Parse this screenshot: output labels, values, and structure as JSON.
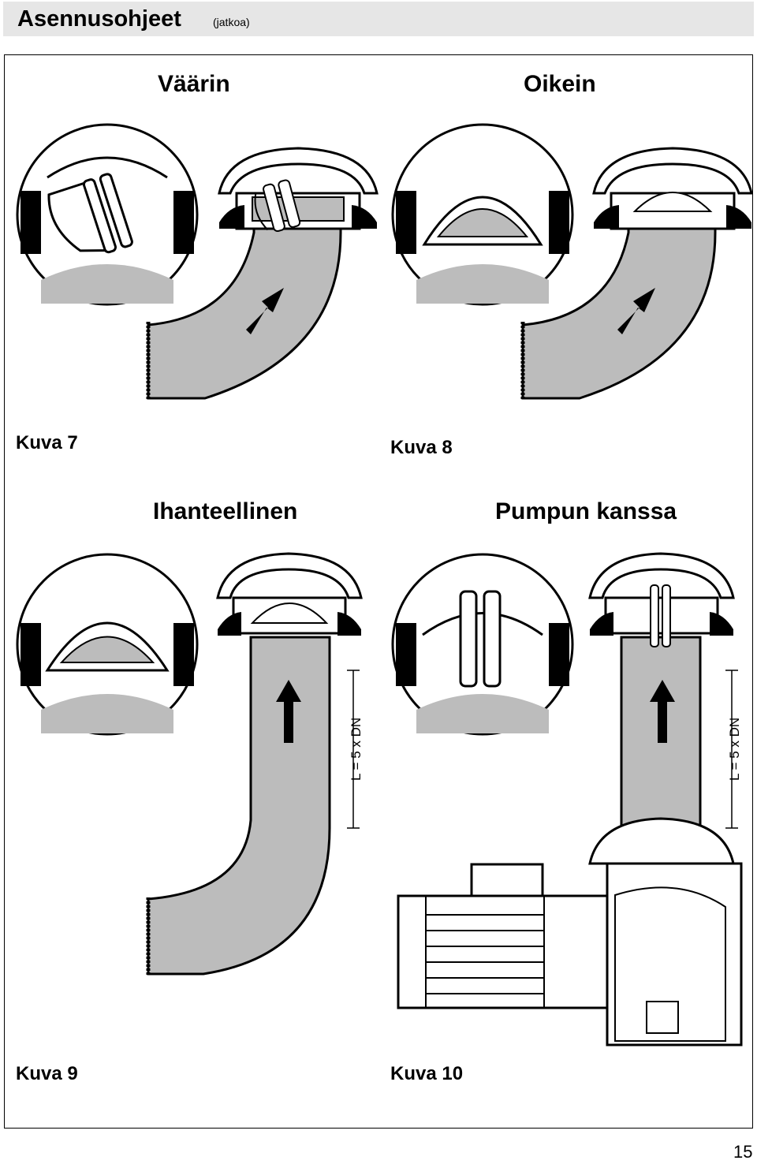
{
  "header": {
    "title": "Asennusohjeet",
    "subtitle": "(jatkoa)"
  },
  "section1": {
    "left_heading": "Väärin",
    "right_heading": "Oikein"
  },
  "section2": {
    "left_heading": "Ihanteellinen",
    "right_heading": "Pumpun kanssa"
  },
  "figures": {
    "kuva7": "Kuva 7",
    "kuva8": "Kuva 8",
    "kuva9": "Kuva 9",
    "kuva10": "Kuva 10",
    "dimension_label": "L = 5 x DN"
  },
  "page_number": "15",
  "colors": {
    "pipe_fill": "#bcbcbc",
    "header_bg": "#e6e6e6",
    "line": "#000000"
  }
}
